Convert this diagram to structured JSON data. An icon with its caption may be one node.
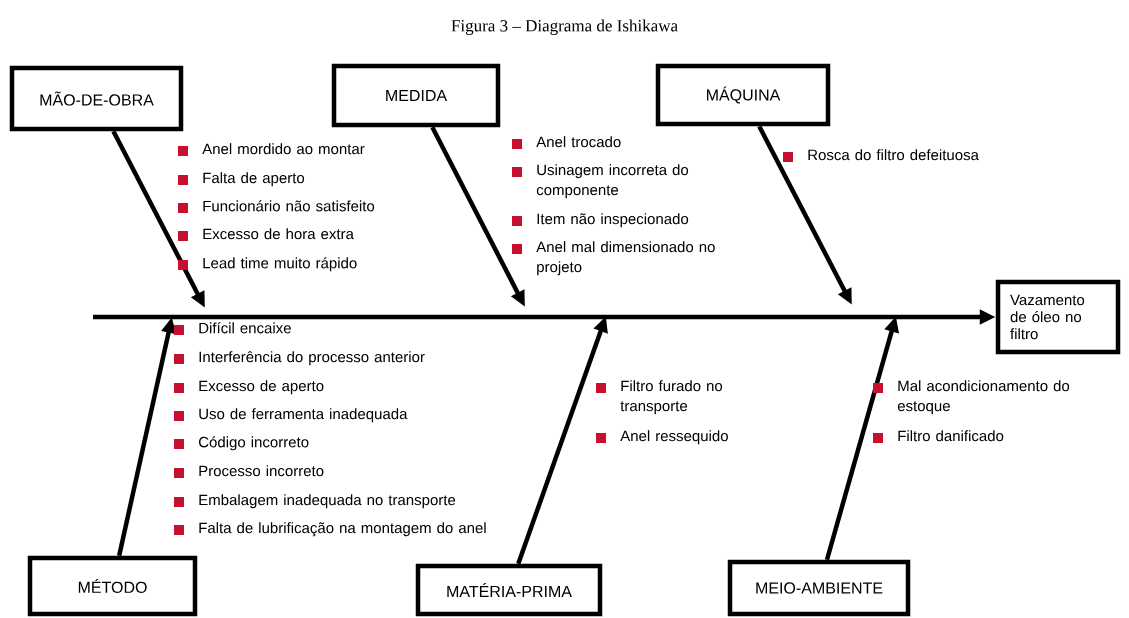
{
  "diagram": {
    "title": "Figura 3 – Diagrama de Ishikawa",
    "nodes": [
      {
        "text": [
          "MÃO-DE-OBRA"
        ]
      },
      {
        "text": [
          "MEDIDA"
        ]
      },
      {
        "text": [
          "MÁQUINA"
        ]
      },
      {
        "text": [
          "Vazamento de óleo no filtro"
        ]
      },
      {
        "text": [
          "MÉTODO"
        ]
      },
      {
        "text": [
          "MATÉRIA-PRIMA"
        ]
      },
      {
        "text": [
          "MEIO-AMBIENTE"
        ]
      }
    ],
    "edges": [
      {
        "from": 0,
        "to": null,
        "arrow": "to"
      },
      {
        "from": 1,
        "to": null,
        "arrow": "to"
      },
      {
        "from": 2,
        "to": null,
        "arrow": "to"
      },
      {
        "from": 4,
        "to": null,
        "arrow": "to"
      },
      {
        "from": 5,
        "to": null,
        "arrow": "to"
      },
      {
        "from": 6,
        "to": null,
        "arrow": "to"
      },
      {
        "from": null,
        "to": 3,
        "arrow": "to"
      }
    ],
    "labels": [
      "Anel mordido ao montar",
      "Falta de aperto",
      "Funcionário não satisfeito",
      "Excesso de hora extra",
      "Lead time muito rápido",
      "Anel trocado",
      "Usinagem incorreta do componente",
      "Item não inspecionado",
      "Anel mal dimensionado no projeto",
      "Rosca do filtro defeituosa",
      "Difícil encaixe",
      "Interferência do processo anterior",
      "Excesso de aperto",
      "Uso de ferramenta inadequada",
      "Código incorreto",
      "Processo incorreto",
      "Embalagem inadequada no transporte",
      "Falta de lubrificação na montagem do anel",
      "Filtro furado no transporte",
      "Anel ressequido",
      "Mal acondicionamento do estoque",
      "Filtro danificado"
    ]
  }
}
